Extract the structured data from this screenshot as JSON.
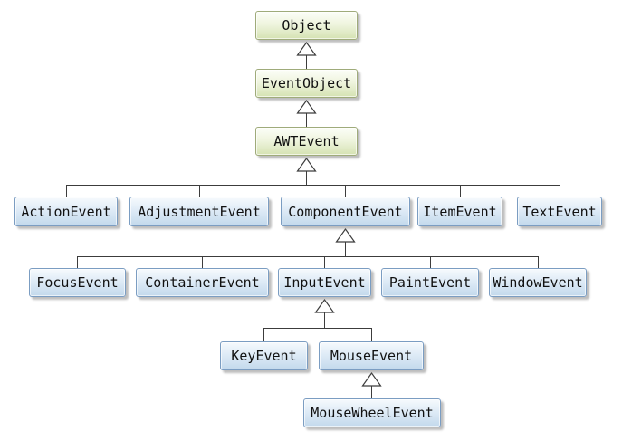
{
  "diagram": {
    "kind": "uml-class-hierarchy",
    "colors": {
      "superclass_fill_top": "#fcfef8",
      "superclass_fill_bottom": "#d5e2b2",
      "superclass_border": "#9fab7a",
      "subclass_fill_top": "#f6fafd",
      "subclass_fill_bottom": "#c3d9ec",
      "subclass_border": "#7b9dc2",
      "line": "#3c3c3c",
      "background": "#ffffff"
    },
    "nodes": {
      "object": {
        "label": "Object",
        "kind": "superclass"
      },
      "eventobject": {
        "label": "EventObject",
        "kind": "superclass"
      },
      "awtevent": {
        "label": "AWTEvent",
        "kind": "superclass"
      },
      "actionevent": {
        "label": "ActionEvent",
        "kind": "subclass"
      },
      "adjustmentevent": {
        "label": "AdjustmentEvent",
        "kind": "subclass"
      },
      "componentevent": {
        "label": "ComponentEvent",
        "kind": "subclass"
      },
      "itemevent": {
        "label": "ItemEvent",
        "kind": "subclass"
      },
      "textevent": {
        "label": "TextEvent",
        "kind": "subclass"
      },
      "focusevent": {
        "label": "FocusEvent",
        "kind": "subclass"
      },
      "containerevent": {
        "label": "ContainerEvent",
        "kind": "subclass"
      },
      "inputevent": {
        "label": "InputEvent",
        "kind": "subclass"
      },
      "paintevent": {
        "label": "PaintEvent",
        "kind": "subclass"
      },
      "windowevent": {
        "label": "WindowEvent",
        "kind": "subclass"
      },
      "keyevent": {
        "label": "KeyEvent",
        "kind": "subclass"
      },
      "mouseevent": {
        "label": "MouseEvent",
        "kind": "subclass"
      },
      "mousewheelevent": {
        "label": "MouseWheelEvent",
        "kind": "subclass"
      }
    },
    "edges": [
      {
        "child": "EventObject",
        "parent": "Object"
      },
      {
        "child": "AWTEvent",
        "parent": "EventObject"
      },
      {
        "child": "ActionEvent",
        "parent": "AWTEvent"
      },
      {
        "child": "AdjustmentEvent",
        "parent": "AWTEvent"
      },
      {
        "child": "ComponentEvent",
        "parent": "AWTEvent"
      },
      {
        "child": "ItemEvent",
        "parent": "AWTEvent"
      },
      {
        "child": "TextEvent",
        "parent": "AWTEvent"
      },
      {
        "child": "FocusEvent",
        "parent": "ComponentEvent"
      },
      {
        "child": "ContainerEvent",
        "parent": "ComponentEvent"
      },
      {
        "child": "InputEvent",
        "parent": "ComponentEvent"
      },
      {
        "child": "PaintEvent",
        "parent": "ComponentEvent"
      },
      {
        "child": "WindowEvent",
        "parent": "ComponentEvent"
      },
      {
        "child": "KeyEvent",
        "parent": "InputEvent"
      },
      {
        "child": "MouseEvent",
        "parent": "InputEvent"
      },
      {
        "child": "MouseWheelEvent",
        "parent": "MouseEvent"
      }
    ]
  }
}
